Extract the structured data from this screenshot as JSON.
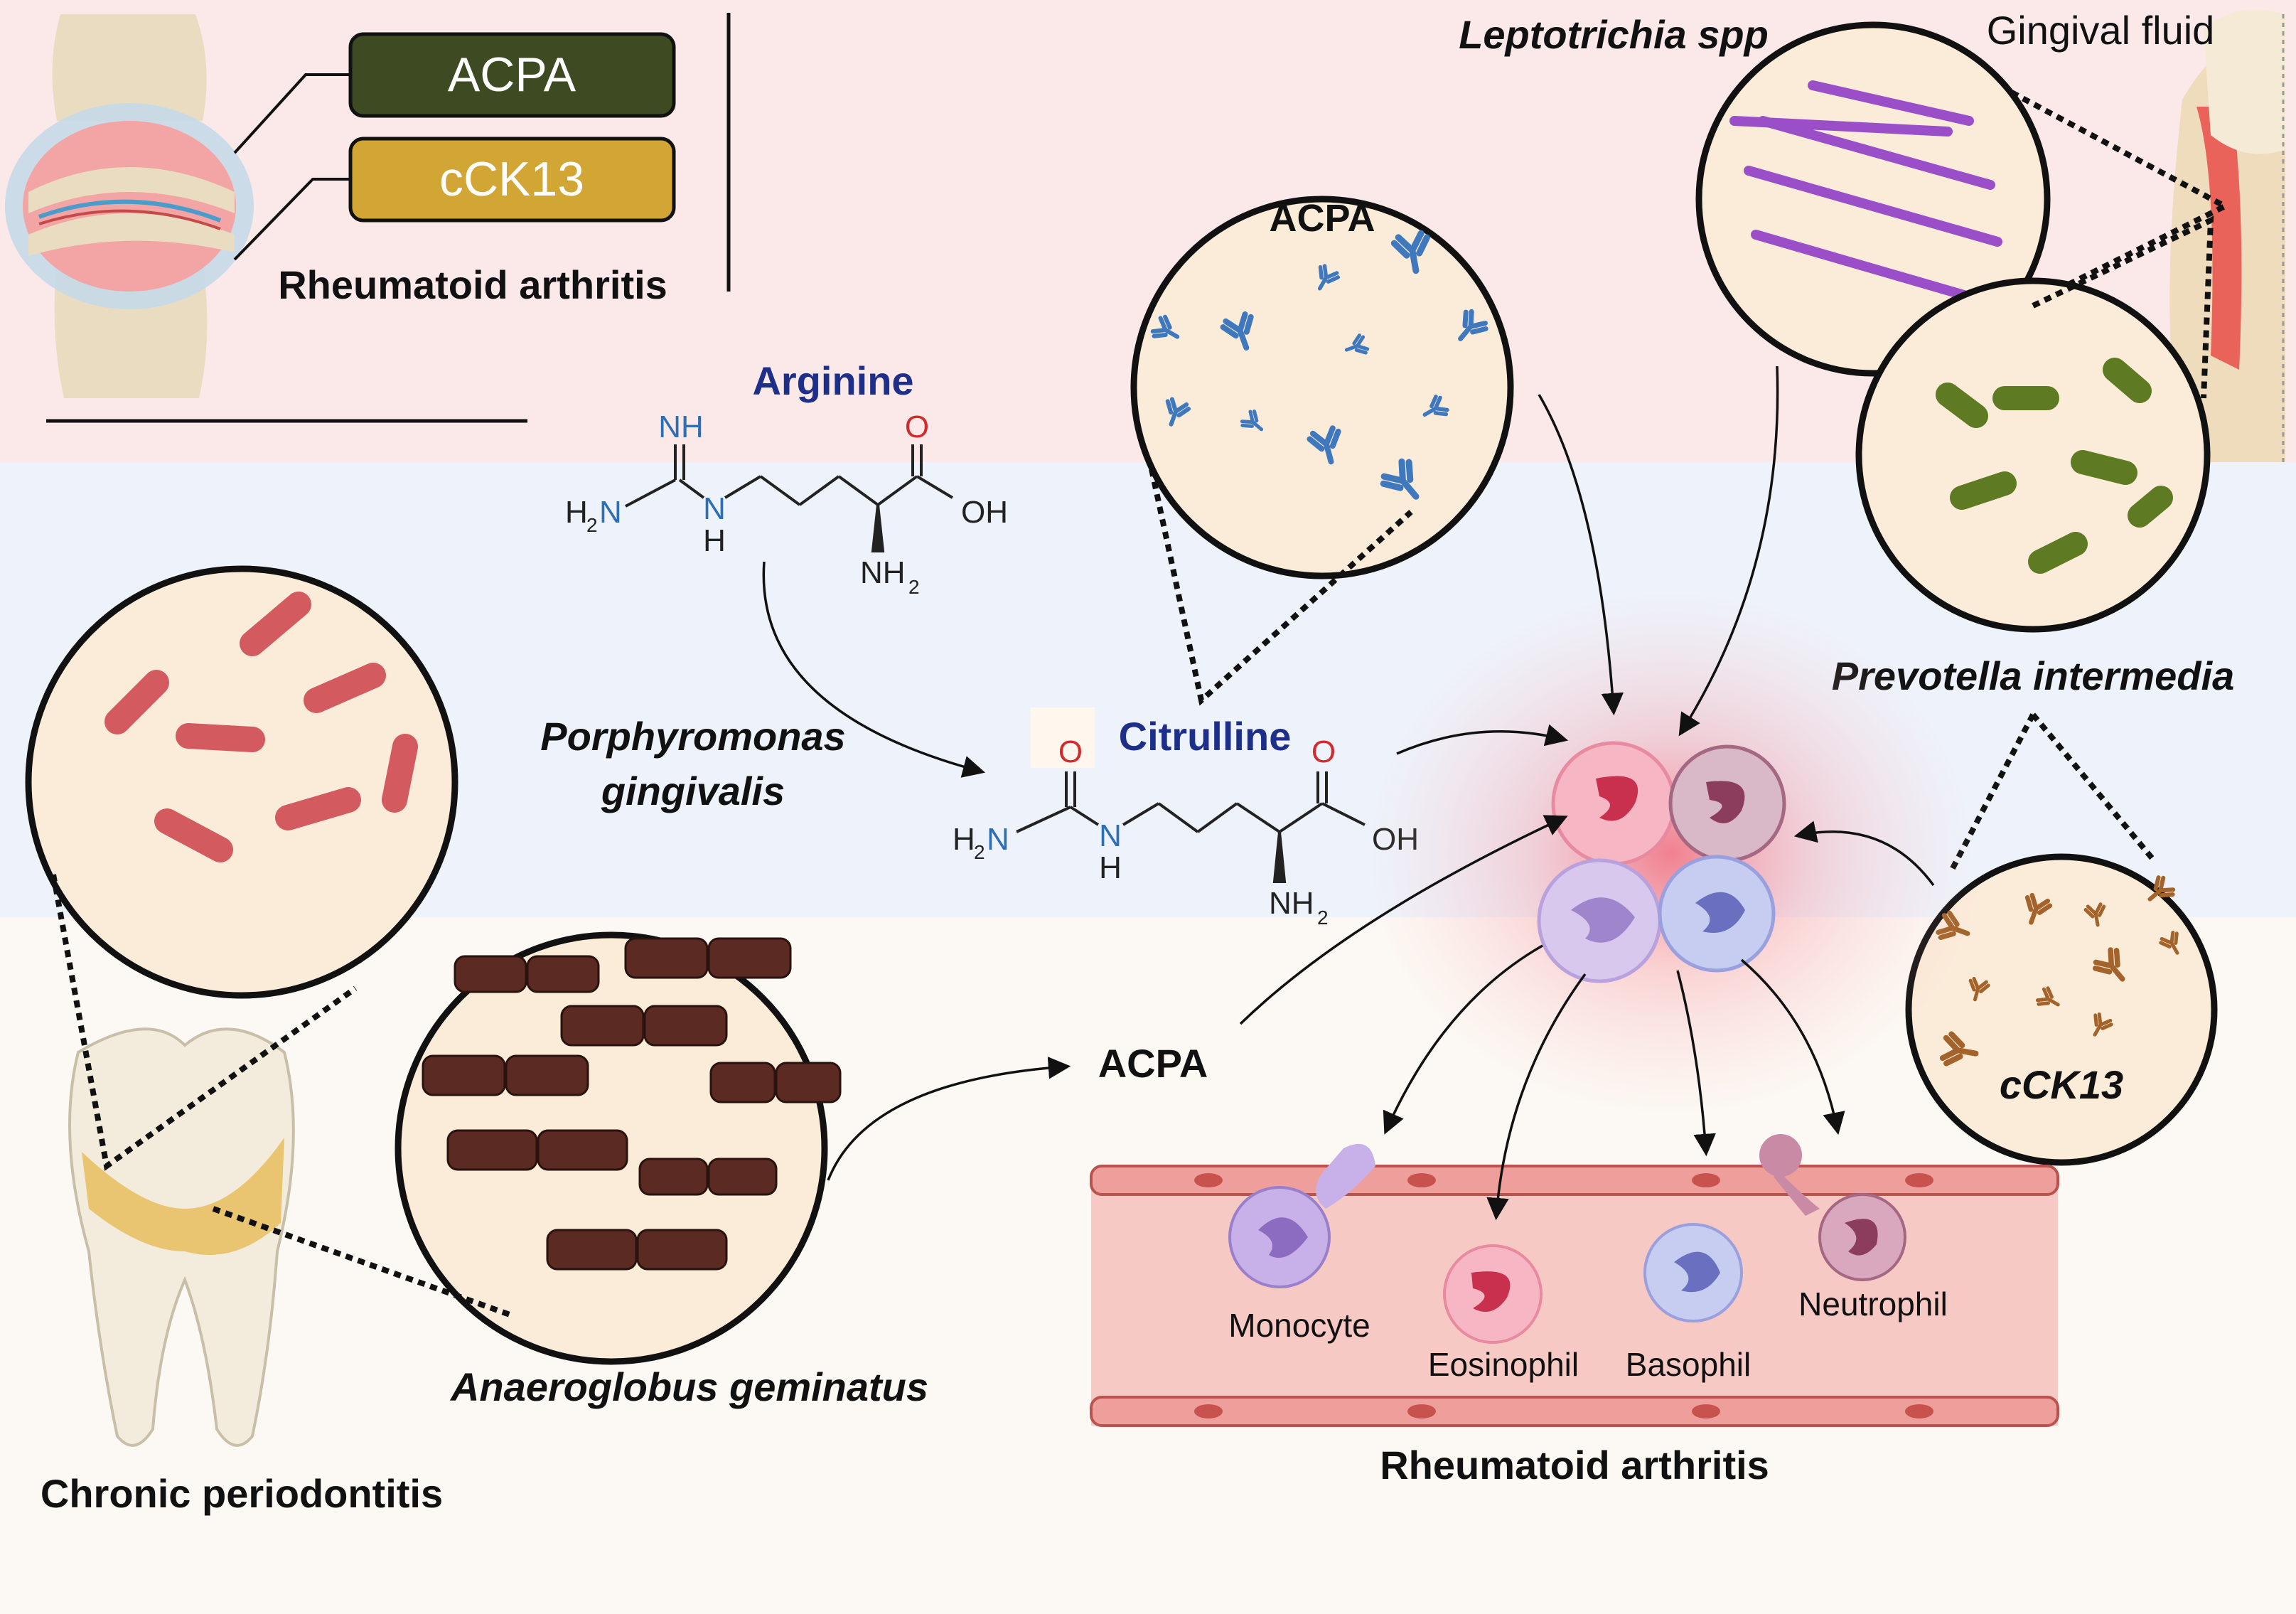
{
  "colors": {
    "band_top": "#fbe9ea",
    "band_mid": "#eef3fb",
    "band_bottom": "#fcf9f4",
    "circle_fill": "#fbebd9",
    "acpa_badge": "#3d4a22",
    "cck13_badge": "#d2a634",
    "antibody_blue": "#3f78bd",
    "antibody_brown": "#a3632a",
    "leptotrichia_purple": "#9a4fc8",
    "prevotella_green": "#5e7a22",
    "porphyromonas_red": "#d35a5e",
    "anaeroglobus_brown": "#5b2a22",
    "vessel_pink": "#f7c9c5",
    "amine_blue": "#2d6fb5",
    "oxygen_red": "#d22b2b",
    "title_blue": "#1e2f8a"
  },
  "joint_panel": {
    "badge_acpa": "ACPA",
    "badge_cck13": "cCK13",
    "caption": "Rheumatoid arthritis"
  },
  "arginine": {
    "title": "Arginine",
    "nh": "NH",
    "h2n": "H",
    "h2n_sub": "2",
    "h2n_n": "N",
    "n": "N",
    "h": "H",
    "o": "O",
    "oh": "OH",
    "nh2": "NH",
    "nh2_sub": "2"
  },
  "citrulline": {
    "title": "Citrulline",
    "o_left": "O",
    "o_right": "O",
    "h2n": "H",
    "h2n_sub": "2",
    "h2n_n": "N",
    "n": "N",
    "h": "H",
    "oh": "OH",
    "nh2": "NH",
    "nh2_sub": "2"
  },
  "acpa_circle": {
    "title": "ACPA"
  },
  "bacteria": {
    "leptotrichia": "Leptotrichia spp",
    "gingival_fluid": "Gingival fluid",
    "prevotella": "Prevotella intermedia",
    "porphyromonas_line1": "Porphyromonas",
    "porphyromonas_line2": "gingivalis",
    "anaeroglobus": "Anaeroglobus geminatus"
  },
  "cck13_circle": {
    "title": "cCK13"
  },
  "acpa_free_label": "ACPA",
  "tooth_caption": "Chronic periodontitis",
  "vessel": {
    "monocyte": "Monocyte",
    "eosinophil": "Eosinophil",
    "basophil": "Basophil",
    "neutrophil": "Neutrophil",
    "caption": "Rheumatoid arthritis"
  }
}
